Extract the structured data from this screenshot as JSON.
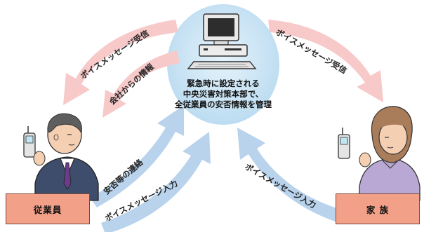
{
  "center": {
    "lines": [
      "緊急時に設定される",
      "中央災害対策本部で、",
      "全従業員の安否情報を管理"
    ]
  },
  "arrows": {
    "voice_receive_left": "ボイスメッセージ受信",
    "company_info": "会社からの情報",
    "voice_receive_right": "ボイスメッセージ受信",
    "safety_contact": "安否等の連絡",
    "voice_input_left": "ボイスメッセージ入力",
    "voice_input_right": "ボイスメッセージ入力"
  },
  "people": {
    "employee": "従業員",
    "family": "家 族"
  },
  "colors": {
    "pink_arrow": "#f7c9c9",
    "blue_arrow": "#b9d3ec",
    "circle": "#cfe6f6",
    "name_box": "#f2a088"
  }
}
